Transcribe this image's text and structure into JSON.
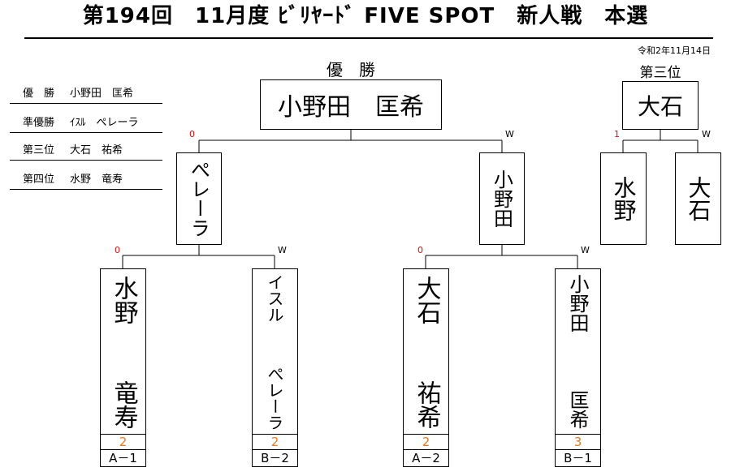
{
  "title": "第194回　11月度 ﾋﾞﾘﾔｰﾄﾞ FIVE SPOT　新人戦　本選",
  "date": "令和2年11月14日",
  "rankings": [
    {
      "label": "優　勝",
      "name": "小野田　匡希"
    },
    {
      "label": "準優勝",
      "name": "ｲｽﾙ　ぺレーラ"
    },
    {
      "label": "第三位",
      "name": "大石　祐希"
    },
    {
      "label": "第四位",
      "name": "水野　竜寿"
    }
  ],
  "final": {
    "header": "優　勝",
    "winner": "小野田　匡希",
    "left": {
      "name": "ぺレーラ",
      "mark": "0"
    },
    "right": {
      "name": "小野田",
      "mark": "W"
    }
  },
  "third_place": {
    "header": "第三位",
    "winner": "大石",
    "left": {
      "name": "水野",
      "mark": "1"
    },
    "right": {
      "name": "大石",
      "mark": "W"
    }
  },
  "semifinal_left": {
    "mark_left": "0",
    "mark_right": "W"
  },
  "semifinal_right": {
    "mark_left": "0",
    "mark_right": "W"
  },
  "players": [
    {
      "name_top": "水野",
      "name_bottom": "竜寿",
      "score": "2",
      "code": "A－1"
    },
    {
      "name_top": "イスル",
      "name_bottom": "ぺレーラ",
      "score": "2",
      "code": "B－2"
    },
    {
      "name_top": "大石",
      "name_bottom": "祐希",
      "score": "2",
      "code": "A－2"
    },
    {
      "name_top": "小野田",
      "name_bottom": "匡希",
      "score": "3",
      "code": "B－1"
    }
  ]
}
